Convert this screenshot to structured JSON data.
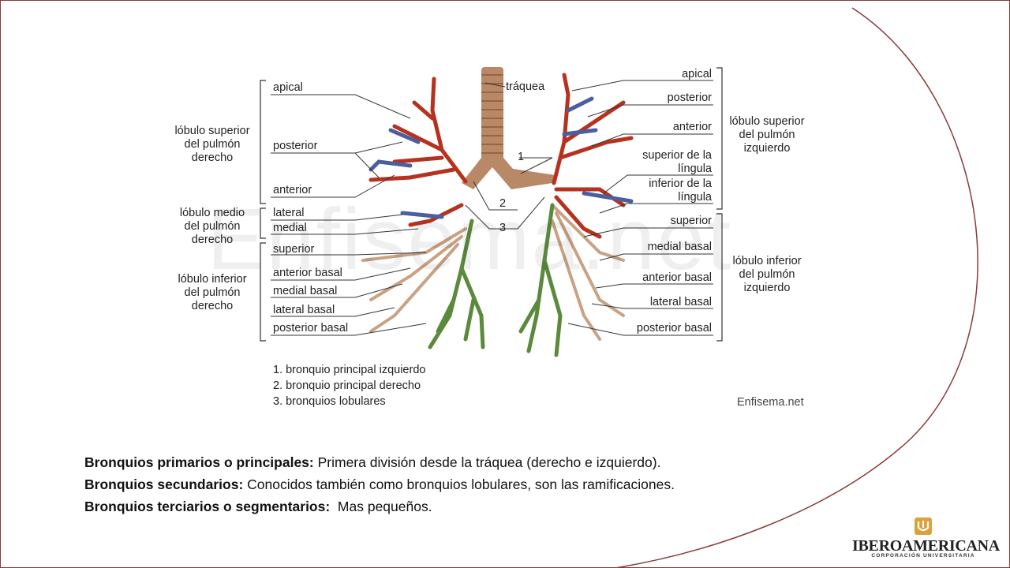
{
  "diagram": {
    "watermark": "Enfisema.net",
    "trachea": "tráquea",
    "numbers": [
      "1",
      "2",
      "3"
    ],
    "right_groups": [
      "lóbulo superior\ndel pulmón\nderecho",
      "lóbulo medio\ndel pulmón\nderecho",
      "lóbulo inferior\ndel pulmón\nderecho"
    ],
    "left_groups": [
      "lóbulo superior\ndel pulmón\nizquierdo",
      "lóbulo inferior\ndel pulmón\nizquierdo"
    ],
    "right_labels": [
      "apical",
      "posterior",
      "anterior",
      "lateral",
      "medial",
      "superior",
      "anterior basal",
      "medial basal",
      "lateral basal",
      "posterior basal"
    ],
    "left_labels": [
      "apical",
      "posterior",
      "anterior",
      "superior de la\nlíngula",
      "inferior de la\nlíngula",
      "superior",
      "medial basal",
      "anterior basal",
      "lateral basal",
      "posterior basal"
    ],
    "legend": [
      "1. bronquio principal izquierdo",
      "2. bronquio principal derecho",
      "3. bronquios lobulares"
    ],
    "credit": "Enfisema.net"
  },
  "text": [
    {
      "term": "Bronquios primarios o principales:",
      "desc": " Primera división desde la tráquea (derecho e izquierdo)."
    },
    {
      "term": "Bronquios secundarios:",
      "desc": " Conocidos también como bronquios lobulares, son las ramificaciones."
    },
    {
      "term": "Bronquios terciarios o segmentarios:",
      "desc": "  Mas pequeños."
    }
  ],
  "logo": {
    "name": "IBEROAMERICANA",
    "sub": "CORPORACIÓN UNIVERSITARIA"
  },
  "colors": {
    "frame": "#8b3a3a",
    "red": "#b5321e",
    "blue": "#4a5fa0",
    "green": "#5c8a3c",
    "tan": "#c9a283",
    "trachea": "#b98866"
  }
}
